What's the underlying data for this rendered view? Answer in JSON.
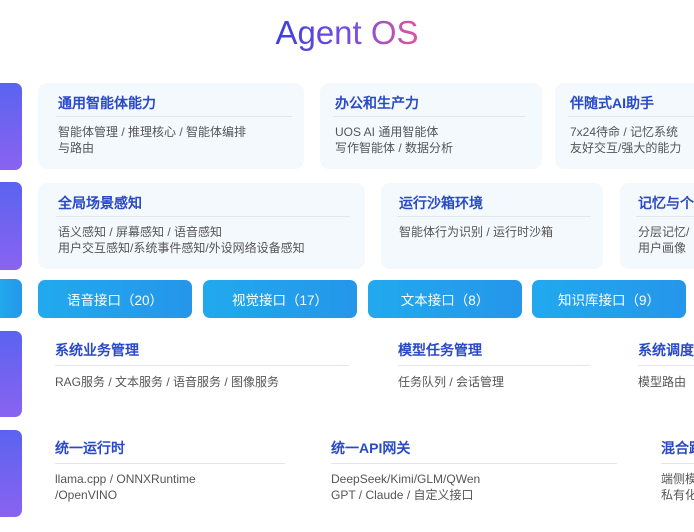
{
  "title": "Agent OS",
  "row1": [
    {
      "title": "通用智能体能力",
      "lines": [
        "智能体管理 / 推理核心 / 智能体编排",
        "与路由"
      ]
    },
    {
      "title": "办公和生产力",
      "lines": [
        "UOS AI 通用智能体",
        "写作智能体 / 数据分析"
      ]
    },
    {
      "title": "伴随式AI助手",
      "lines": [
        "7x24待命 / 记忆系统",
        "友好交互/强大的能力"
      ]
    }
  ],
  "row2": [
    {
      "title": "全局场景感知",
      "lines": [
        "语义感知 / 屏幕感知 / 语音感知",
        "用户交互感知/系统事件感知/外设网络设备感知"
      ]
    },
    {
      "title": "运行沙箱环境",
      "lines": [
        "智能体行为识别 / 运行时沙箱"
      ]
    },
    {
      "title": "记忆与个",
      "lines": [
        "分层记忆/",
        "用户画像"
      ]
    }
  ],
  "interfaces": [
    "语音接口（20）",
    "视觉接口（17）",
    "文本接口（8）",
    "知识库接口（9）"
  ],
  "row4": [
    {
      "title": "系统业务管理",
      "lines": [
        "RAG服务 / 文本服务 / 语音服务 / 图像服务"
      ]
    },
    {
      "title": "模型任务管理",
      "lines": [
        "任务队列 / 会话管理"
      ]
    },
    {
      "title": "系统调度",
      "lines": [
        "模型路由"
      ]
    }
  ],
  "row5": [
    {
      "title": "统一运行时",
      "lines": [
        "llama.cpp / ONNXRuntime",
        "/OpenVINO"
      ]
    },
    {
      "title": "统一API网关",
      "lines": [
        "DeepSeek/Kimi/GLM/QWen",
        "GPT / Claude / 自定义接口"
      ]
    },
    {
      "title": "混合路",
      "lines": [
        "端侧模",
        "私有化"
      ]
    }
  ]
}
